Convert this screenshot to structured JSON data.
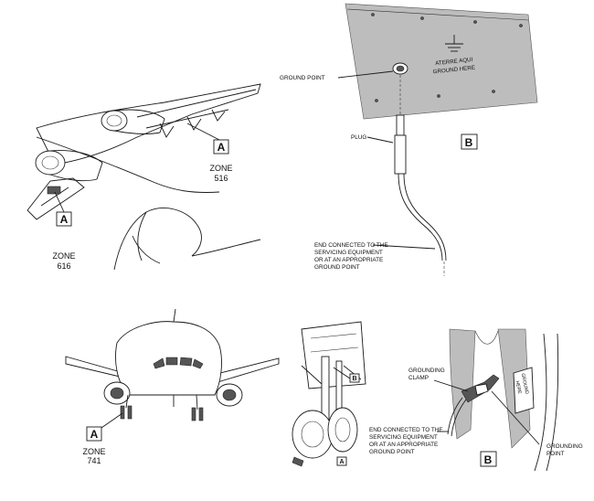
{
  "panel_top_left": {
    "callout_1": {
      "letter": "A",
      "zone_label": "ZONE",
      "zone_number": "516"
    },
    "callout_2": {
      "letter": "A",
      "zone_label": "ZONE",
      "zone_number": "616"
    }
  },
  "panel_top_right": {
    "ground_point_label": "GROUND POINT",
    "plug_label": "PLUG",
    "panel_text_line1": "ATERRE AQUI",
    "panel_text_line2": "GROUND HERE",
    "view_letter": "B",
    "end_note": [
      "END CONNECTED TO THE",
      "SERVICING EQUIPMENT",
      "OR AT AN APPROPRIATE",
      "GROUND POINT"
    ]
  },
  "panel_bottom_left": {
    "callout": {
      "letter": "A",
      "zone_label": "ZONE",
      "zone_number": "741"
    }
  },
  "panel_bottom_mid": {
    "callout_b": "B",
    "callout_a": "A"
  },
  "panel_bottom_right": {
    "grounding_clamp_label": [
      "GROUNDING",
      "CLAMP"
    ],
    "grounding_point_label": [
      "GROUNDING",
      "POINT"
    ],
    "end_note": [
      "END CONNECTED TO THE",
      "SERVICING EQUIPMENT",
      "OR AT AN APPROPRIATE",
      "GROUND POINT"
    ],
    "placard_text": [
      "GROUND",
      "HERE"
    ],
    "view_letter": "B"
  }
}
